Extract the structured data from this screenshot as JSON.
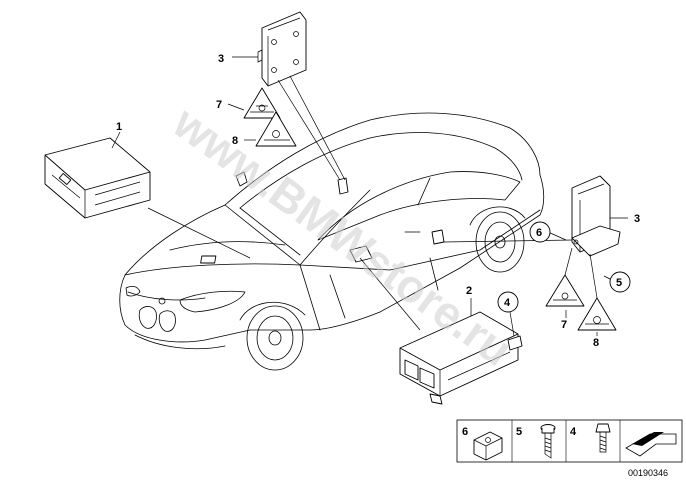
{
  "diagram_id": "00190346",
  "watermark": "www.BMWstore.ru",
  "callouts": {
    "c1": "1",
    "c2": "2",
    "c3a": "3",
    "c3b": "3",
    "c4": "4",
    "c5": "5",
    "c6": "6",
    "c7a": "7",
    "c7b": "7",
    "c8a": "8",
    "c8b": "8"
  },
  "fastener_legend": [
    {
      "number": "6",
      "item": "clip-nut"
    },
    {
      "number": "5",
      "item": "screw"
    },
    {
      "number": "4",
      "item": "bolt"
    }
  ]
}
